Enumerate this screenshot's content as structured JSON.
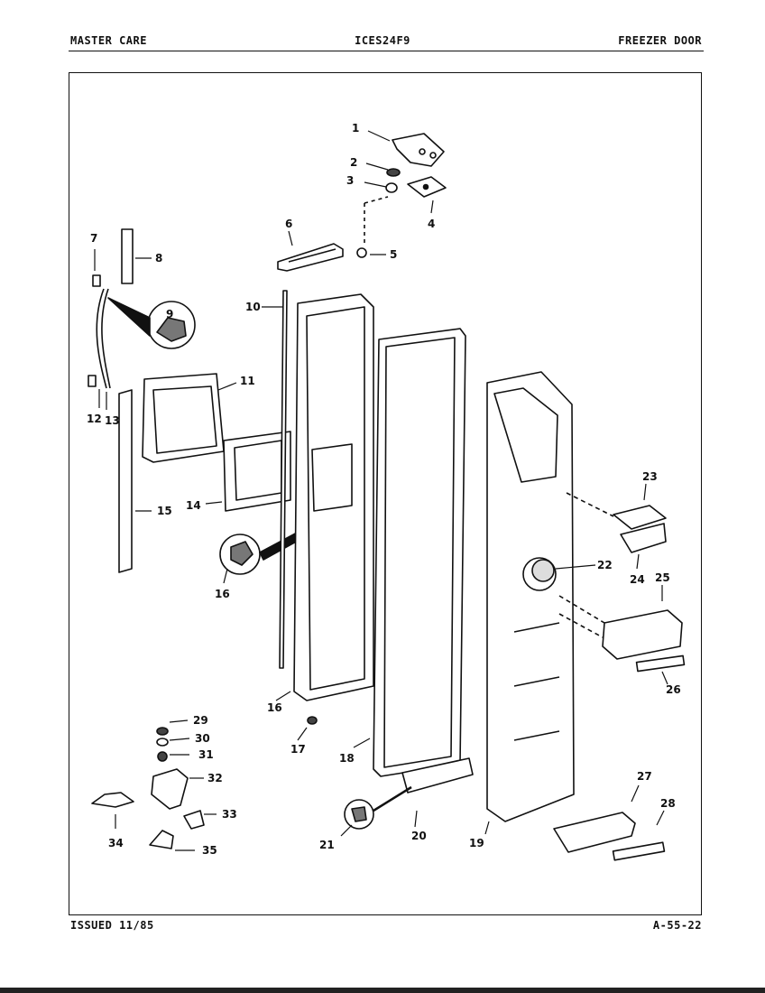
{
  "header": {
    "left": "MASTER CARE",
    "center": "ICES24F9",
    "right": "FREEZER DOOR"
  },
  "footer": {
    "left": "ISSUED 11/85",
    "right": "A-55-22"
  },
  "callouts": [
    "1",
    "2",
    "3",
    "4",
    "5",
    "6",
    "7",
    "8",
    "9",
    "10",
    "11",
    "12",
    "13",
    "14",
    "15",
    "16",
    "16",
    "17",
    "18",
    "19",
    "20",
    "21",
    "22",
    "23",
    "24",
    "25",
    "26",
    "27",
    "28",
    "29",
    "30",
    "31",
    "32",
    "33",
    "34",
    "35"
  ]
}
